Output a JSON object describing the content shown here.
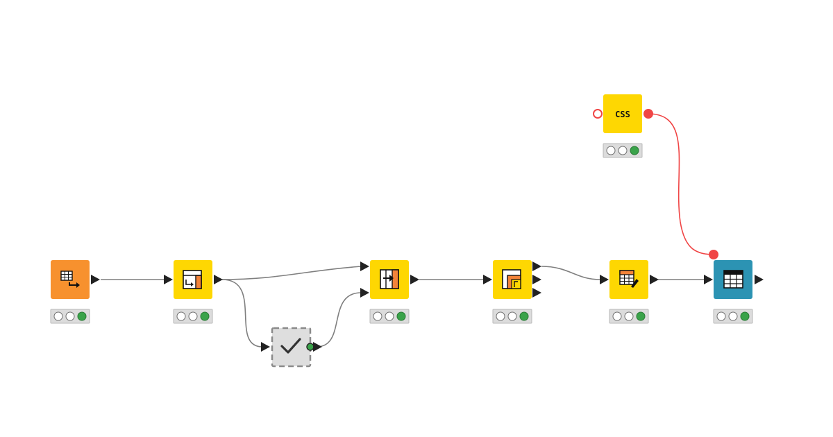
{
  "workflow": {
    "colors": {
      "source": "#f7912e",
      "manipulator": "#fed702",
      "visualizer": "#2c93b3",
      "component": "#d9d9d9",
      "connection": "#7f7f7f",
      "flowvar": "#f04545",
      "port": "#222222",
      "status_bar": "#dcdcdc",
      "status_green": "#3aa34a"
    },
    "nodes": [
      {
        "id": "reader",
        "kind": "source",
        "icon": "table-reader-icon",
        "status": "executed"
      },
      {
        "id": "column-filter",
        "kind": "manipulator",
        "icon": "column-filter-icon",
        "status": "executed"
      },
      {
        "id": "component",
        "kind": "component",
        "icon": "checkmark-icon",
        "status": "executed"
      },
      {
        "id": "column-appender",
        "kind": "manipulator",
        "icon": "column-appender-icon",
        "status": "executed"
      },
      {
        "id": "row-splitter",
        "kind": "manipulator",
        "icon": "splitter-icon",
        "status": "executed"
      },
      {
        "id": "table-editor",
        "kind": "manipulator",
        "icon": "table-editor-icon",
        "status": "executed"
      },
      {
        "id": "css-editor",
        "kind": "manipulator",
        "icon": "css-icon",
        "icon_text": "CSS",
        "status": "executed"
      },
      {
        "id": "table-view",
        "kind": "visualizer",
        "icon": "table-view-icon",
        "status": "executed"
      }
    ]
  }
}
